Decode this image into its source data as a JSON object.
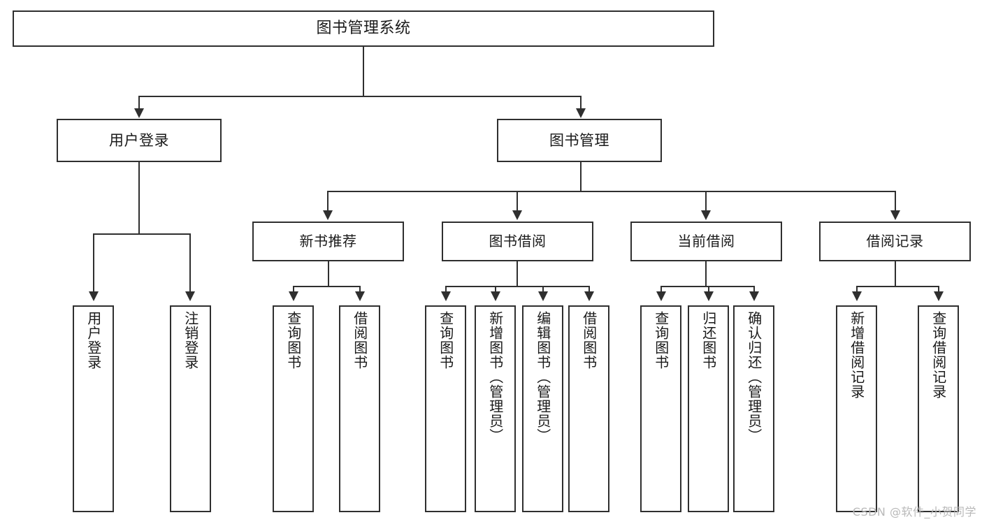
{
  "diagram": {
    "type": "tree-hierarchy",
    "title": "图书管理系统",
    "root": {
      "id": "book-management-system",
      "label": "图书管理系统"
    },
    "level1": [
      {
        "id": "user-login",
        "label": "用户登录"
      },
      {
        "id": "book-manage",
        "label": "图书管理"
      }
    ],
    "level2": [
      {
        "id": "new-book-rec",
        "label": "新书推荐",
        "parent": "book-manage"
      },
      {
        "id": "book-borrow",
        "label": "图书借阅",
        "parent": "book-manage"
      },
      {
        "id": "current-borrow",
        "label": "当前借阅",
        "parent": "book-manage"
      },
      {
        "id": "borrow-record",
        "label": "借阅记录",
        "parent": "book-manage"
      }
    ],
    "leaves": [
      {
        "id": "leaf-user-login",
        "label": "用户登录",
        "parent": "user-login"
      },
      {
        "id": "leaf-logout-login",
        "label": "注销登录",
        "parent": "user-login"
      },
      {
        "id": "leaf-query-book-1",
        "label": "查询图书",
        "parent": "new-book-rec"
      },
      {
        "id": "leaf-borrow-book-1",
        "label": "借阅图书",
        "parent": "new-book-rec"
      },
      {
        "id": "leaf-query-book-2",
        "label": "查询图书",
        "parent": "book-borrow"
      },
      {
        "id": "leaf-add-book",
        "label": "新增图书（管理员）",
        "parent": "book-borrow"
      },
      {
        "id": "leaf-edit-book",
        "label": "编辑图书（管理员）",
        "parent": "book-borrow"
      },
      {
        "id": "leaf-borrow-book-2",
        "label": "借阅图书",
        "parent": "book-borrow"
      },
      {
        "id": "leaf-query-book-3",
        "label": "查询图书",
        "parent": "current-borrow"
      },
      {
        "id": "leaf-return-book",
        "label": "归还图书",
        "parent": "current-borrow"
      },
      {
        "id": "leaf-confirm-return",
        "label": "确认归还（管理员）",
        "parent": "current-borrow"
      },
      {
        "id": "leaf-add-record",
        "label": "新增借阅记录",
        "parent": "borrow-record"
      },
      {
        "id": "leaf-query-record",
        "label": "查询借阅记录",
        "parent": "borrow-record"
      }
    ],
    "colors": {
      "stroke": "#2f2f2f",
      "fill": "#ffffff",
      "text": "#1a1a1a",
      "watermark": "#b9b9b9"
    }
  },
  "watermark": {
    "text": "CSDN @软件_小贺同学"
  }
}
